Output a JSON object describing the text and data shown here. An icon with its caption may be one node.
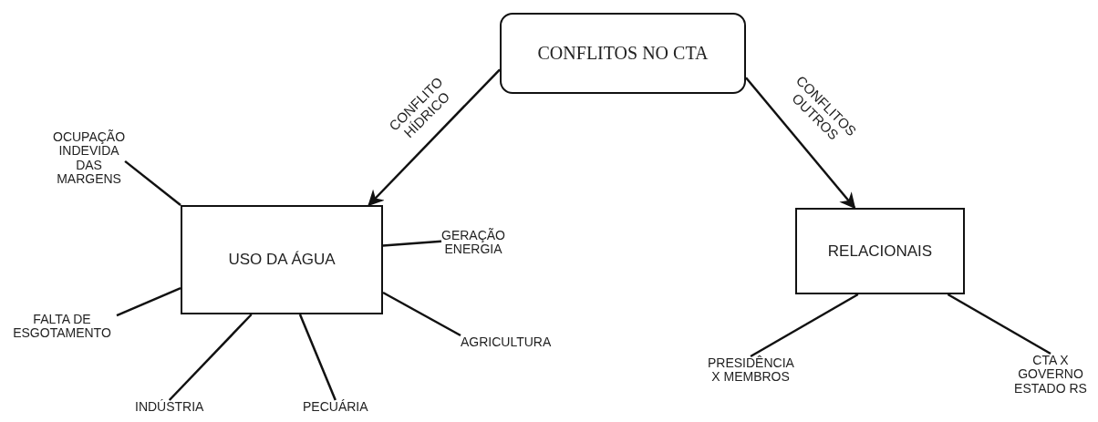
{
  "diagram": {
    "nodes": [
      {
        "text": [
          "CONFLITOS NO CTA"
        ]
      },
      {
        "text": [
          "USO DA ÁGUA"
        ]
      },
      {
        "text": [
          "RELACIONAIS"
        ]
      },
      {
        "text": [
          "OCUPAÇÃO INDEVIDA DAS MARGENS"
        ]
      },
      {
        "text": [
          "GERAÇÃO ENERGIA"
        ]
      },
      {
        "text": [
          "FALTA DE ESGOTAMENTO"
        ]
      },
      {
        "text": [
          "INDÚSTRIA"
        ]
      },
      {
        "text": [
          "PECUÁRIA"
        ]
      },
      {
        "text": [
          "AGRICULTURA"
        ]
      },
      {
        "text": [
          "PRESIDÊNCIA X MEMBROS"
        ]
      },
      {
        "text": [
          "CTA X GOVERNO ESTADO RS"
        ]
      }
    ],
    "edges": [
      {
        "from": 0,
        "to": 1,
        "arrow": "to",
        "label": "CONFLITO HÍDRICO"
      },
      {
        "from": 0,
        "to": 2,
        "arrow": "to",
        "label": "CONFLITOS OUTROS"
      },
      {
        "from": 1,
        "to": 3,
        "arrow": "none"
      },
      {
        "from": 1,
        "to": 4,
        "arrow": "none"
      },
      {
        "from": 1,
        "to": 5,
        "arrow": "none"
      },
      {
        "from": 1,
        "to": 6,
        "arrow": "none"
      },
      {
        "from": 1,
        "to": 7,
        "arrow": "none"
      },
      {
        "from": 1,
        "to": 8,
        "arrow": "none"
      },
      {
        "from": 2,
        "to": 9,
        "arrow": "none"
      },
      {
        "from": 2,
        "to": 10,
        "arrow": "none"
      }
    ]
  }
}
